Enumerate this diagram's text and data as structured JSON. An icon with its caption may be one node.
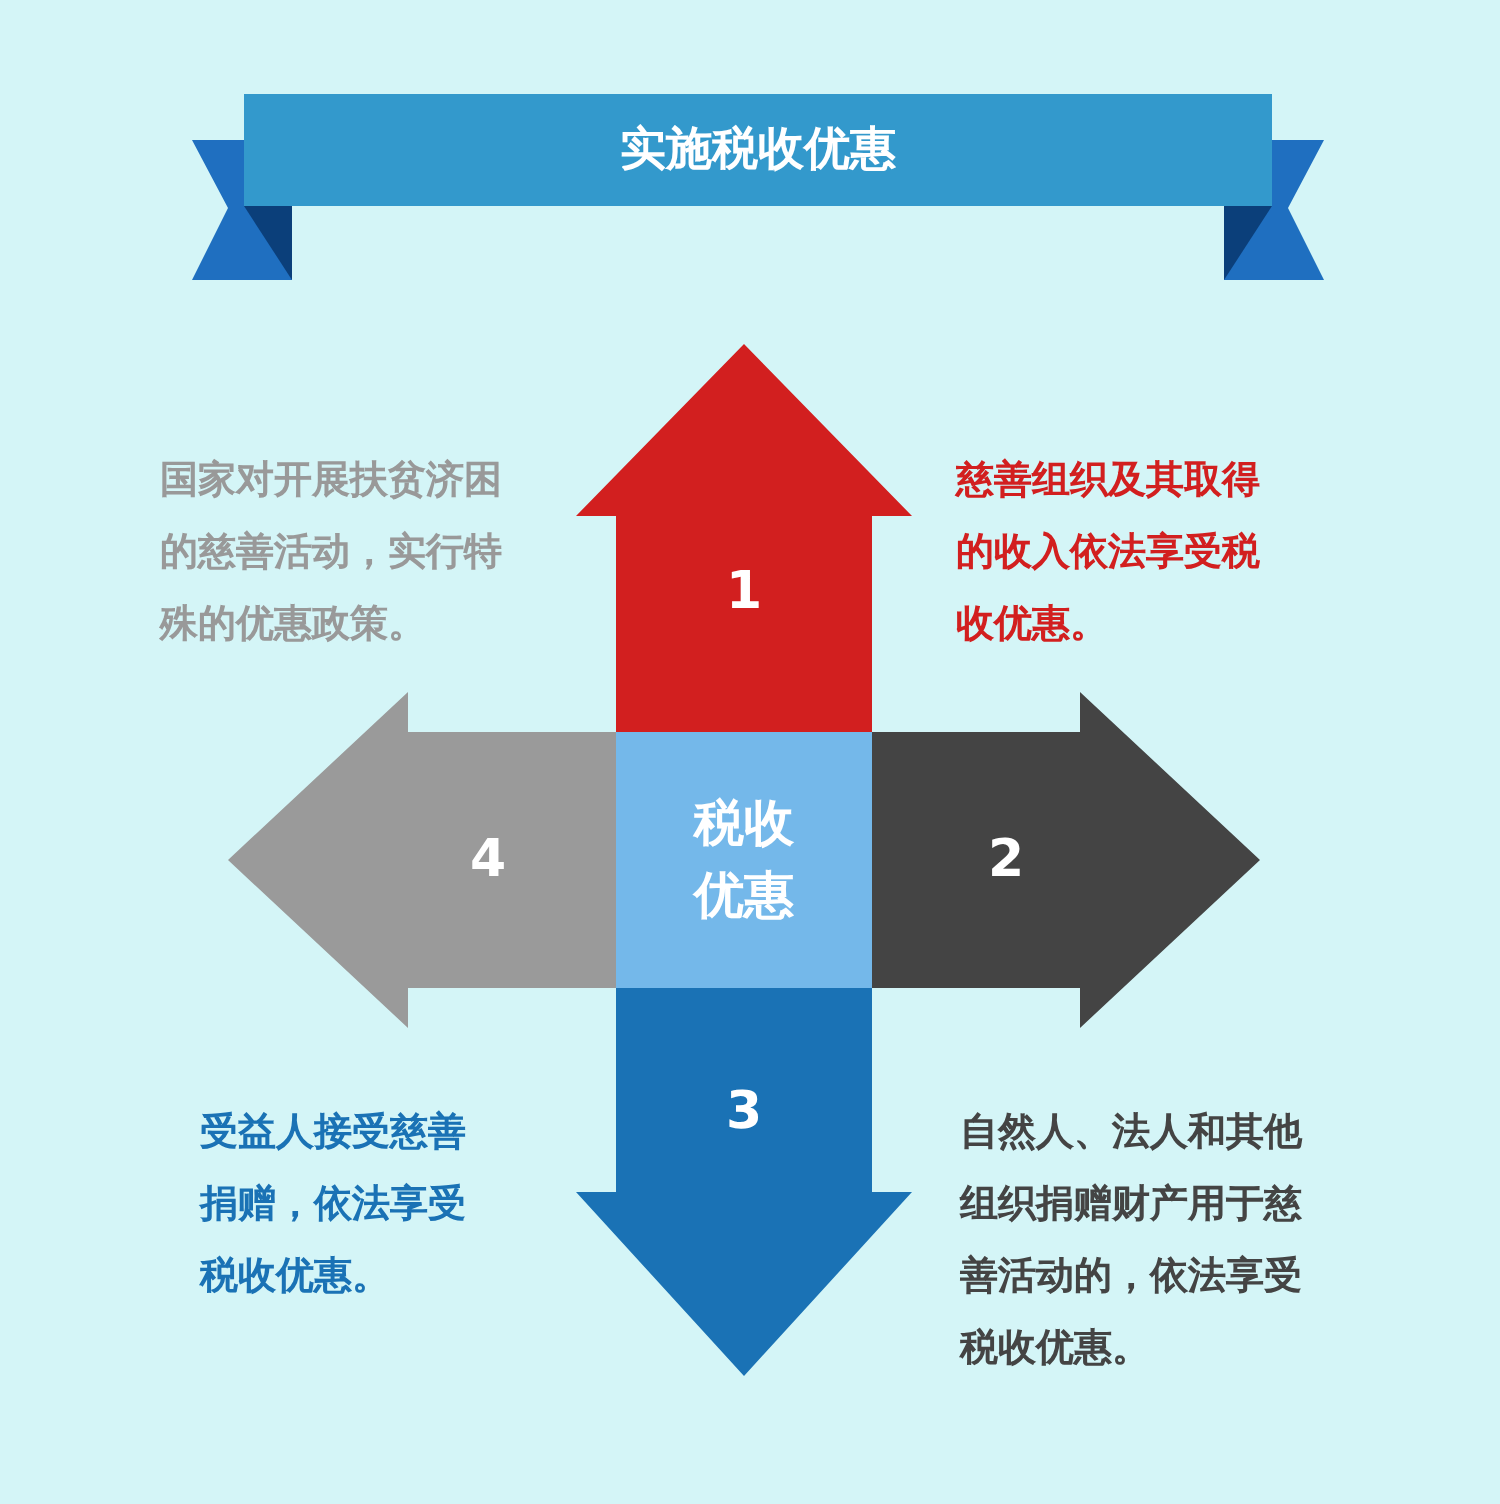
{
  "diagram": {
    "title": "实施税收优惠",
    "nodes": [
      {
        "text": [
          "税收优惠"
        ]
      },
      {
        "text": [
          "1"
        ]
      },
      {
        "text": [
          "2"
        ]
      },
      {
        "text": [
          "3"
        ]
      },
      {
        "text": [
          "4"
        ]
      }
    ],
    "labels": [
      "国家对开展扶贫济困的慈善活动，实行特殊的优惠政策。",
      "慈善组织及其取得的收入依法享受税收优惠。",
      "受益人接受慈善捐赠，依法享受税收优惠。",
      "自然人、法人和其他组织捐赠财产用于慈善活动的，依法享受税收优惠。"
    ]
  }
}
